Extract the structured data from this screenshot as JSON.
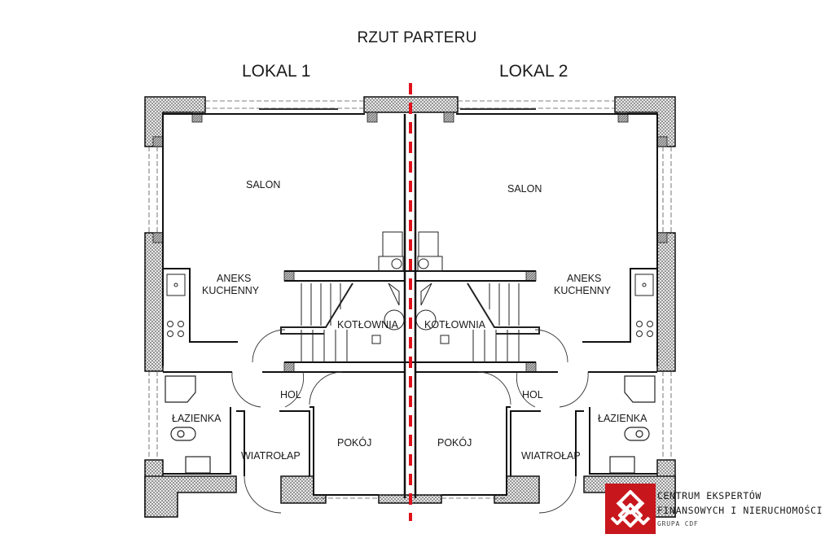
{
  "header": {
    "title": "RZUT PARTERU",
    "units": [
      "LOKAL 1",
      "LOKAL 2"
    ]
  },
  "rooms": {
    "unit1": {
      "salon": "SALON",
      "aneks_line1": "ANEKS",
      "aneks_line2": "KUCHENNY",
      "kotlownia": "KOTŁOWNIA",
      "hol": "HOL",
      "lazienka": "ŁAZIENKA",
      "wiatrolap": "WIATROŁAP",
      "pokoj": "POKÓJ"
    },
    "unit2": {
      "salon": "SALON",
      "aneks_line1": "ANEKS",
      "aneks_line2": "KUCHENNY",
      "kotlownia": "KOTŁOWNIA",
      "hol": "HOL",
      "lazienka": "ŁAZIENKA",
      "wiatrolap": "WIATROŁAP",
      "pokoj": "POKÓJ"
    }
  },
  "divider": {
    "color": "#e0101a",
    "style": "dashed"
  },
  "logo": {
    "line1": "CENTRUM EKSPERTÓW",
    "line2": "FINANSOWYCH I NIERUCHOMOŚCI",
    "line3": "GRUPA CDF",
    "brand_color": "#c8161d"
  }
}
